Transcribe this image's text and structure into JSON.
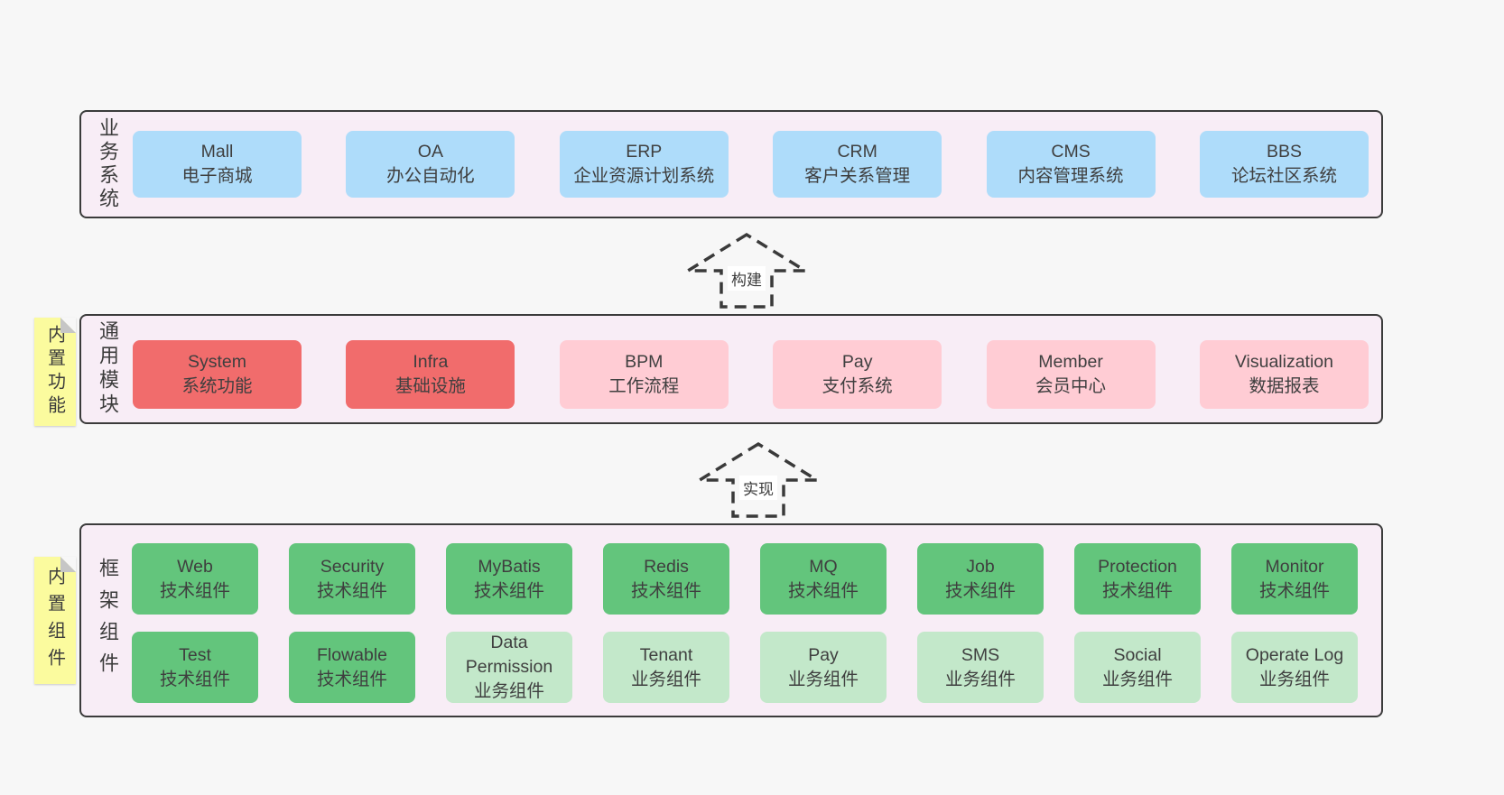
{
  "colors": {
    "page_bg": "#f7f7f7",
    "panel_bg": "#f8edf6",
    "panel_border": "#3b3b3b",
    "blue_box": "#aedcfa",
    "red_box": "#f16c6c",
    "pink_box": "#ffccd4",
    "green_box": "#63c57c",
    "light_green_box": "#c3e8ca",
    "sticky_yellow": "#fbfb9e",
    "text": "#3c3c3c"
  },
  "arrows": [
    {
      "label": "构建"
    },
    {
      "label": "实现"
    }
  ],
  "layers": [
    {
      "label": "业务系统",
      "boxes": [
        {
          "title": "Mall",
          "subtitle": "电子商城",
          "variant": "blue"
        },
        {
          "title": "OA",
          "subtitle": "办公自动化",
          "variant": "blue"
        },
        {
          "title": "ERP",
          "subtitle": "企业资源计划系统",
          "variant": "blue"
        },
        {
          "title": "CRM",
          "subtitle": "客户关系管理",
          "variant": "blue"
        },
        {
          "title": "CMS",
          "subtitle": "内容管理系统",
          "variant": "blue"
        },
        {
          "title": "BBS",
          "subtitle": "论坛社区系统",
          "variant": "blue"
        }
      ]
    },
    {
      "label": "通用模块",
      "sticky": "内置功能",
      "boxes": [
        {
          "title": "System",
          "subtitle": "系统功能",
          "variant": "red"
        },
        {
          "title": "Infra",
          "subtitle": "基础设施",
          "variant": "red"
        },
        {
          "title": "BPM",
          "subtitle": "工作流程",
          "variant": "pink"
        },
        {
          "title": "Pay",
          "subtitle": "支付系统",
          "variant": "pink"
        },
        {
          "title": "Member",
          "subtitle": "会员中心",
          "variant": "pink"
        },
        {
          "title": "Visualization",
          "subtitle": "数据报表",
          "variant": "pink"
        }
      ]
    },
    {
      "label": "框架组件",
      "sticky": "内置组件",
      "rows": [
        [
          {
            "title": "Web",
            "subtitle": "技术组件",
            "variant": "green"
          },
          {
            "title": "Security",
            "subtitle": "技术组件",
            "variant": "green"
          },
          {
            "title": "MyBatis",
            "subtitle": "技术组件",
            "variant": "green"
          },
          {
            "title": "Redis",
            "subtitle": "技术组件",
            "variant": "green"
          },
          {
            "title": "MQ",
            "subtitle": "技术组件",
            "variant": "green"
          },
          {
            "title": "Job",
            "subtitle": "技术组件",
            "variant": "green"
          },
          {
            "title": "Protection",
            "subtitle": "技术组件",
            "variant": "green"
          },
          {
            "title": "Monitor",
            "subtitle": "技术组件",
            "variant": "green"
          }
        ],
        [
          {
            "title": "Test",
            "subtitle": "技术组件",
            "variant": "green"
          },
          {
            "title": "Flowable",
            "subtitle": "技术组件",
            "variant": "green"
          },
          {
            "title": "Data Permission",
            "subtitle": "业务组件",
            "variant": "light-green"
          },
          {
            "title": "Tenant",
            "subtitle": "业务组件",
            "variant": "light-green"
          },
          {
            "title": "Pay",
            "subtitle": "业务组件",
            "variant": "light-green"
          },
          {
            "title": "SMS",
            "subtitle": "业务组件",
            "variant": "light-green"
          },
          {
            "title": "Social",
            "subtitle": "业务组件",
            "variant": "light-green"
          },
          {
            "title": "Operate Log",
            "subtitle": "业务组件",
            "variant": "light-green"
          }
        ]
      ]
    }
  ]
}
